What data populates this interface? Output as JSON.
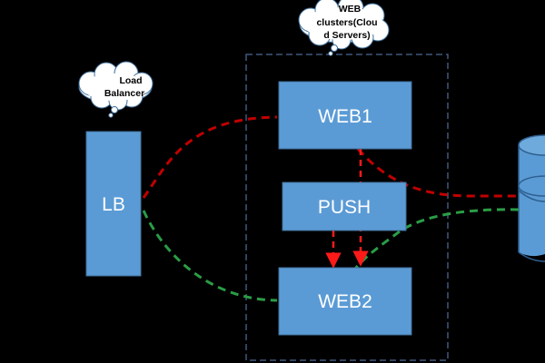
{
  "diagram": {
    "callouts": {
      "load_balancer": {
        "line1": "Load",
        "line2": "Balancer"
      },
      "web_clusters": {
        "line1": "WEB",
        "line2": "clusters(Clou",
        "line3": "d Servers)"
      }
    },
    "nodes": {
      "lb": "LB",
      "web1": "WEB1",
      "push": "PUSH",
      "web2": "WEB2"
    },
    "colors": {
      "background": "#000000",
      "box_fill": "#5b9bd5",
      "box_text": "#ffffff",
      "cluster_border": "#41597e",
      "red_link": "#c00000",
      "green_link": "#2a9d46",
      "red_arrow": "#ff1a1a",
      "callout_fill": "#ffffff"
    }
  }
}
